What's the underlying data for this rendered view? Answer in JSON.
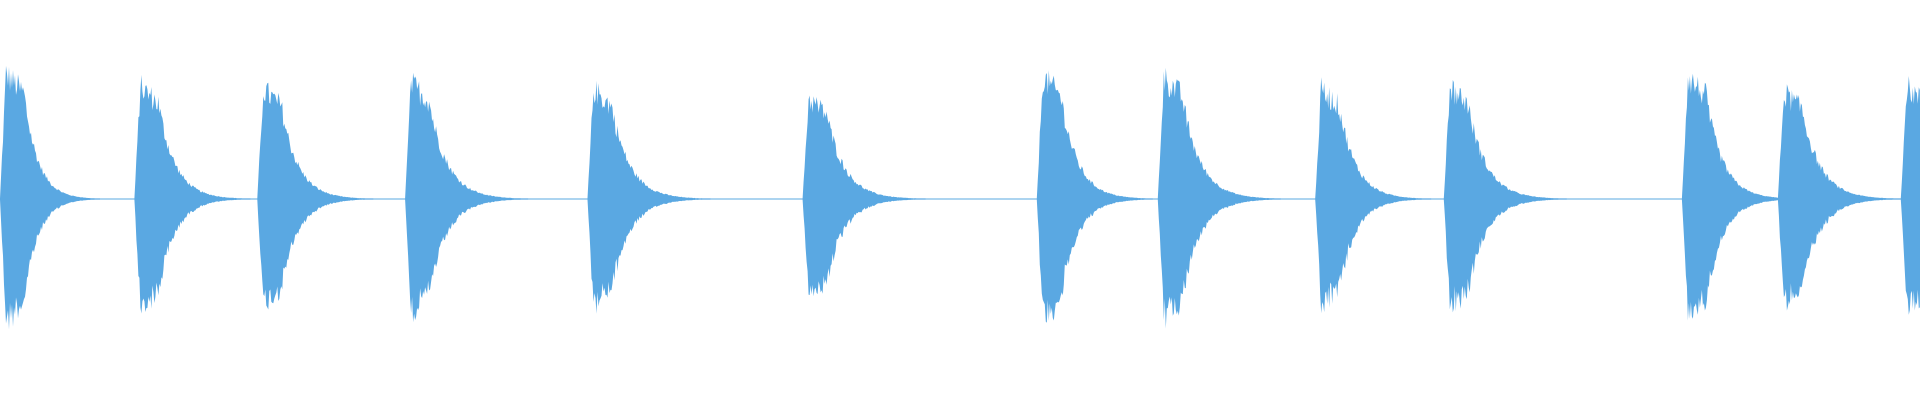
{
  "waveform": {
    "color": "#5aa8e2",
    "baseline_color": "#5aa8e2",
    "amplitude_scale": 1.0,
    "bursts": [
      {
        "start": 0.0,
        "peak": 0.82,
        "decay": 0.01
      },
      {
        "start": 0.07,
        "peak": 0.74,
        "decay": 0.012
      },
      {
        "start": 0.134,
        "peak": 0.72,
        "decay": 0.012
      },
      {
        "start": 0.211,
        "peak": 0.76,
        "decay": 0.013
      },
      {
        "start": 0.306,
        "peak": 0.72,
        "decay": 0.013
      },
      {
        "start": 0.418,
        "peak": 0.66,
        "decay": 0.013
      },
      {
        "start": 0.54,
        "peak": 0.8,
        "decay": 0.012
      },
      {
        "start": 0.603,
        "peak": 0.8,
        "decay": 0.013
      },
      {
        "start": 0.685,
        "peak": 0.72,
        "decay": 0.012
      },
      {
        "start": 0.752,
        "peak": 0.74,
        "decay": 0.013
      },
      {
        "start": 0.876,
        "peak": 0.8,
        "decay": 0.012
      },
      {
        "start": 0.926,
        "peak": 0.7,
        "decay": 0.013
      },
      {
        "start": 0.99,
        "peak": 0.74,
        "decay": 0.01
      }
    ]
  }
}
